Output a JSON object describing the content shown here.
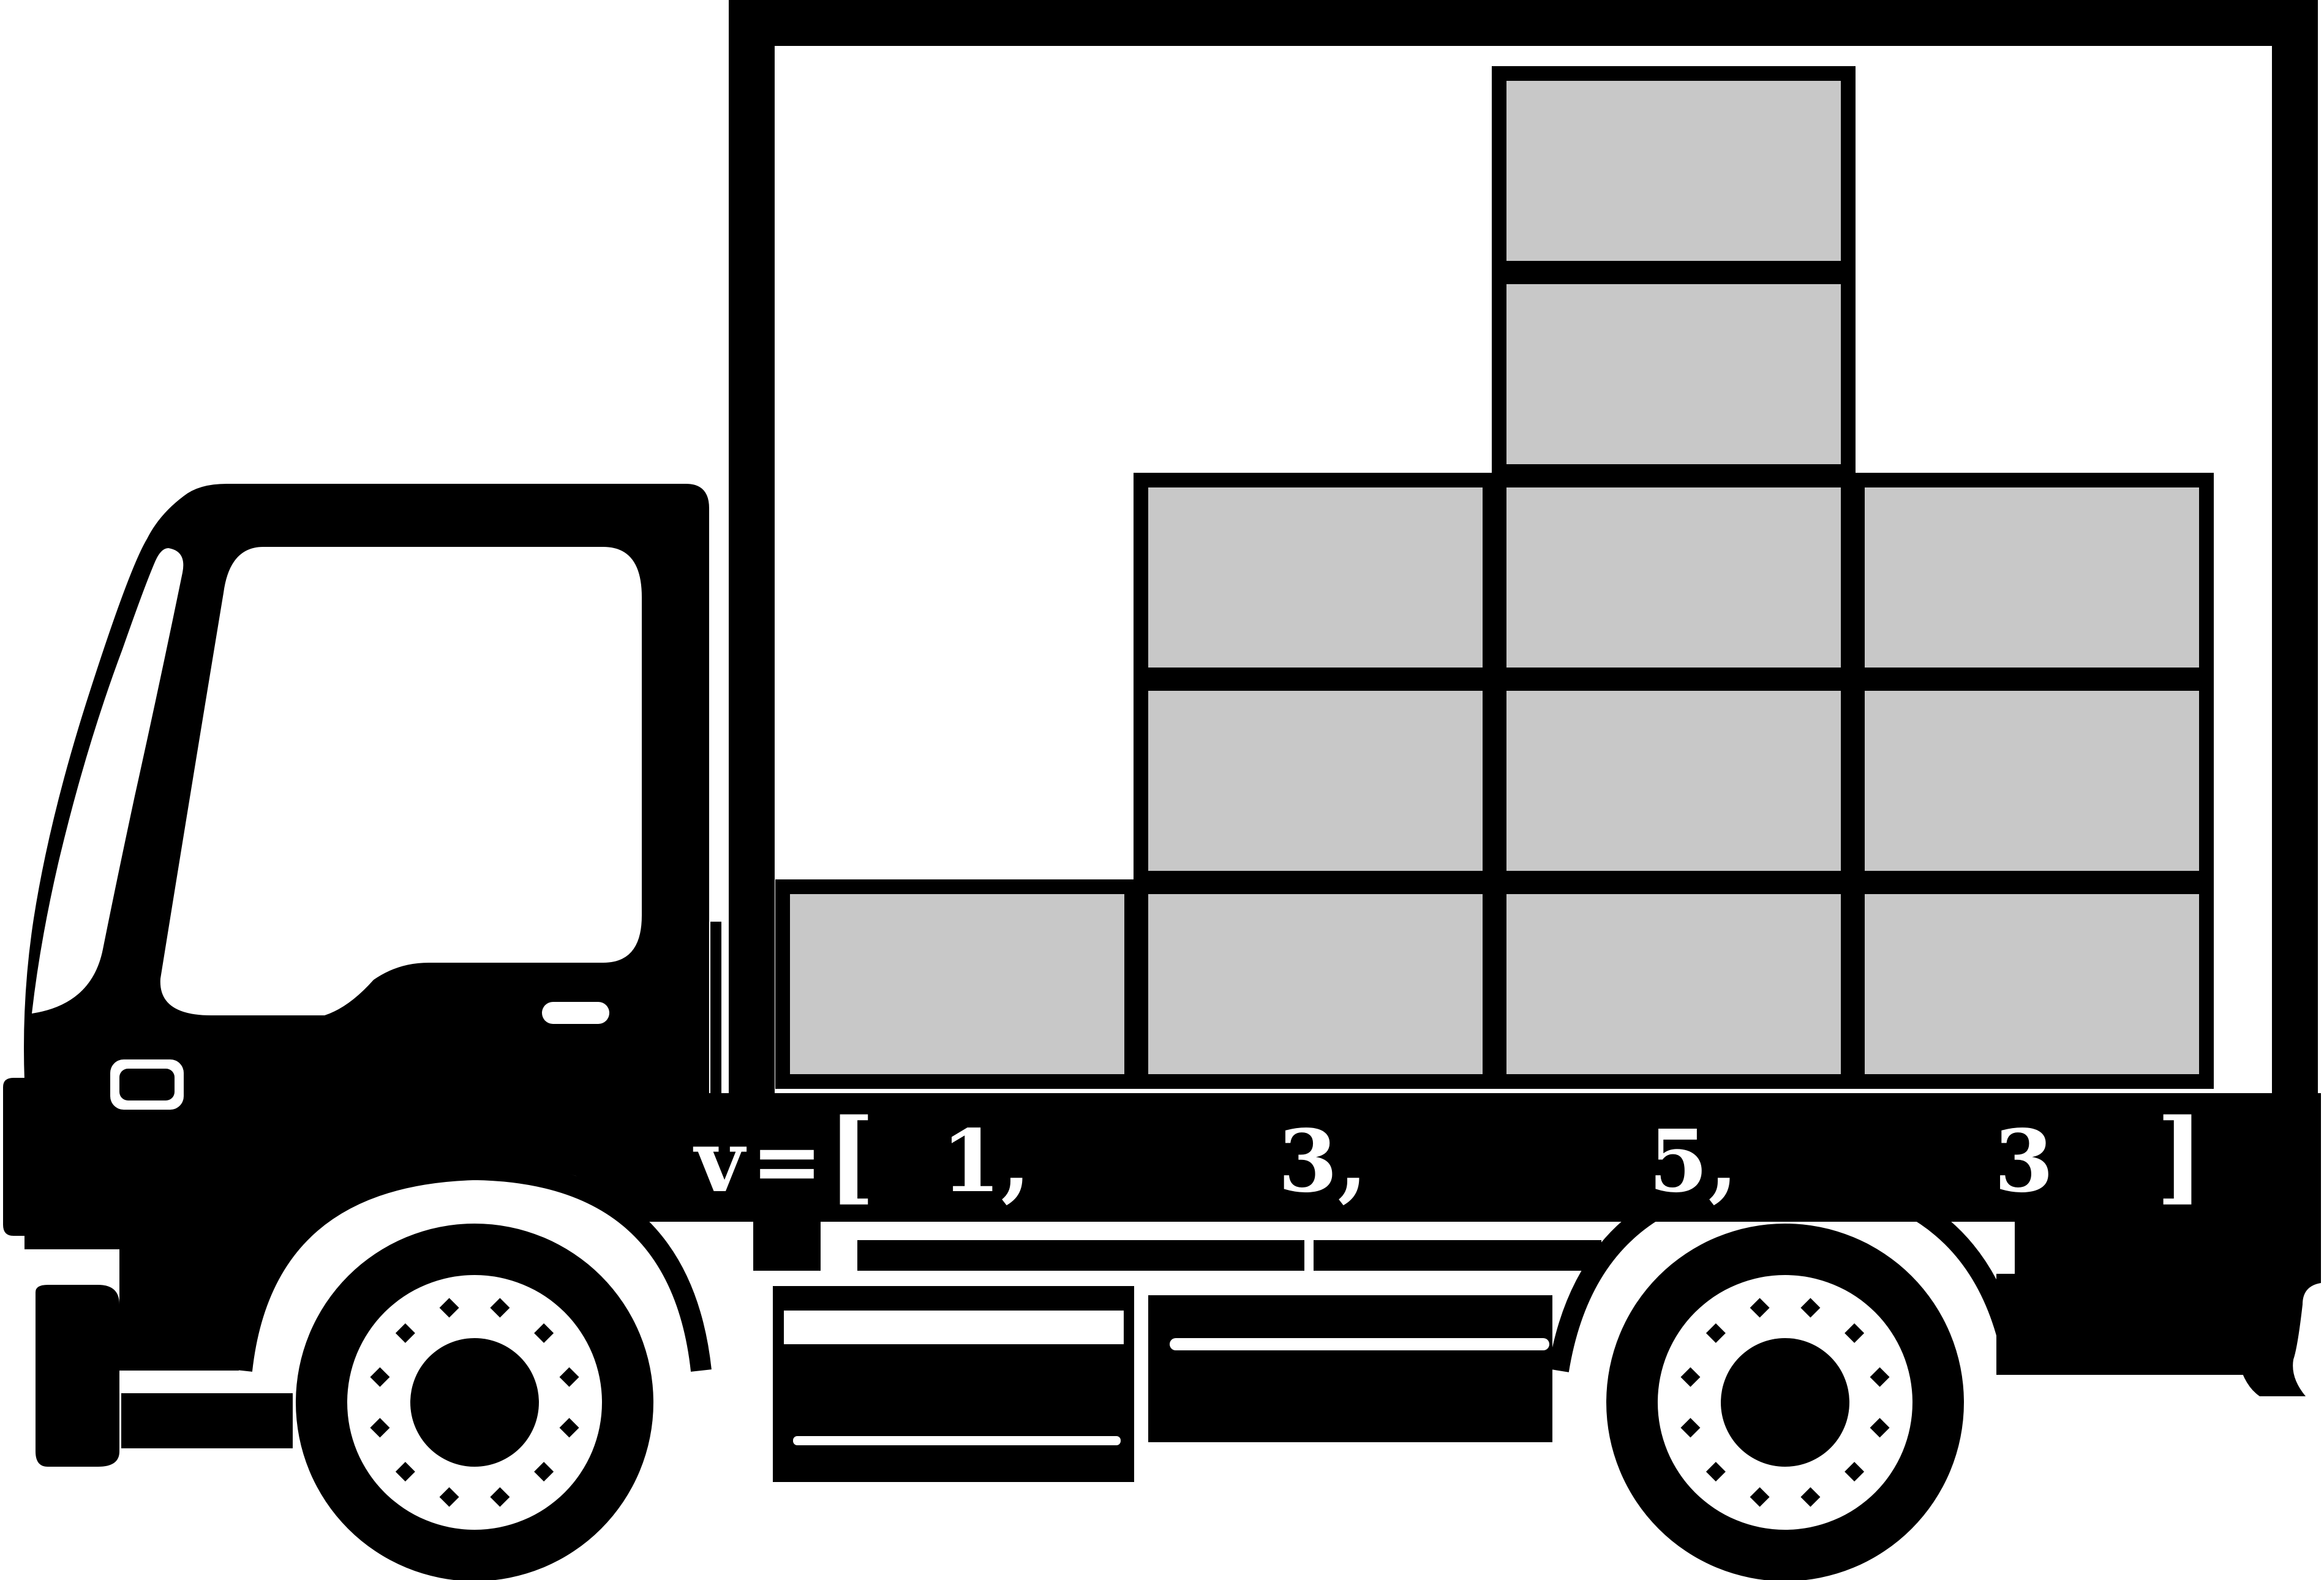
{
  "colors": {
    "ink": "#000000",
    "box_fill": "#c8c8c8",
    "paper": "#ffffff"
  },
  "cargo": {
    "column_heights": [
      1,
      3,
      5,
      3
    ]
  },
  "vector": {
    "symbol": "v",
    "equals": "=",
    "open_bracket": "[",
    "close_bracket": "]",
    "entries": [
      "1,",
      "3,",
      "5,",
      "3"
    ]
  }
}
